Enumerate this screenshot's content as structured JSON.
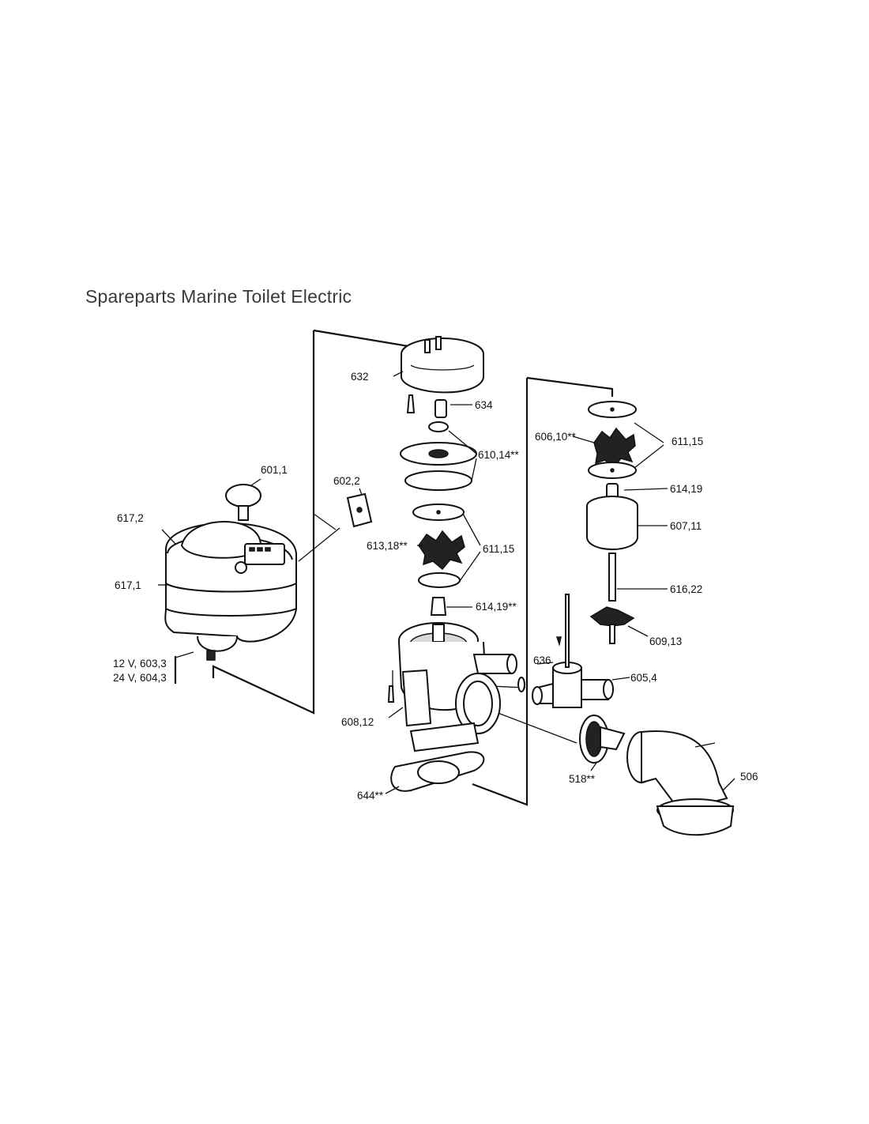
{
  "title": "Spareparts Marine Toilet Electric",
  "labels": {
    "p632": "632",
    "p634": "634",
    "p610_14": "610,14**",
    "p611_15a": "611,15",
    "p613_18": "613,18**",
    "p614_19a": "614,19**",
    "p601_1": "601,1",
    "p602_2": "602,2",
    "p617_2": "617,2",
    "p617_1": "617,1",
    "p603_3": "12 V, 603,3",
    "p604_3": "24 V, 604,3",
    "p606_10": "606,10**",
    "p611_15b": "611,15",
    "p614_19b": "614,19",
    "p607_11": "607,11",
    "p616_22": "616,22",
    "p609_13": "609,13",
    "p636": "636",
    "p605_4": "605,4",
    "p608_12": "608,12",
    "p644": "644**",
    "p518": "518**",
    "p506": "506"
  }
}
